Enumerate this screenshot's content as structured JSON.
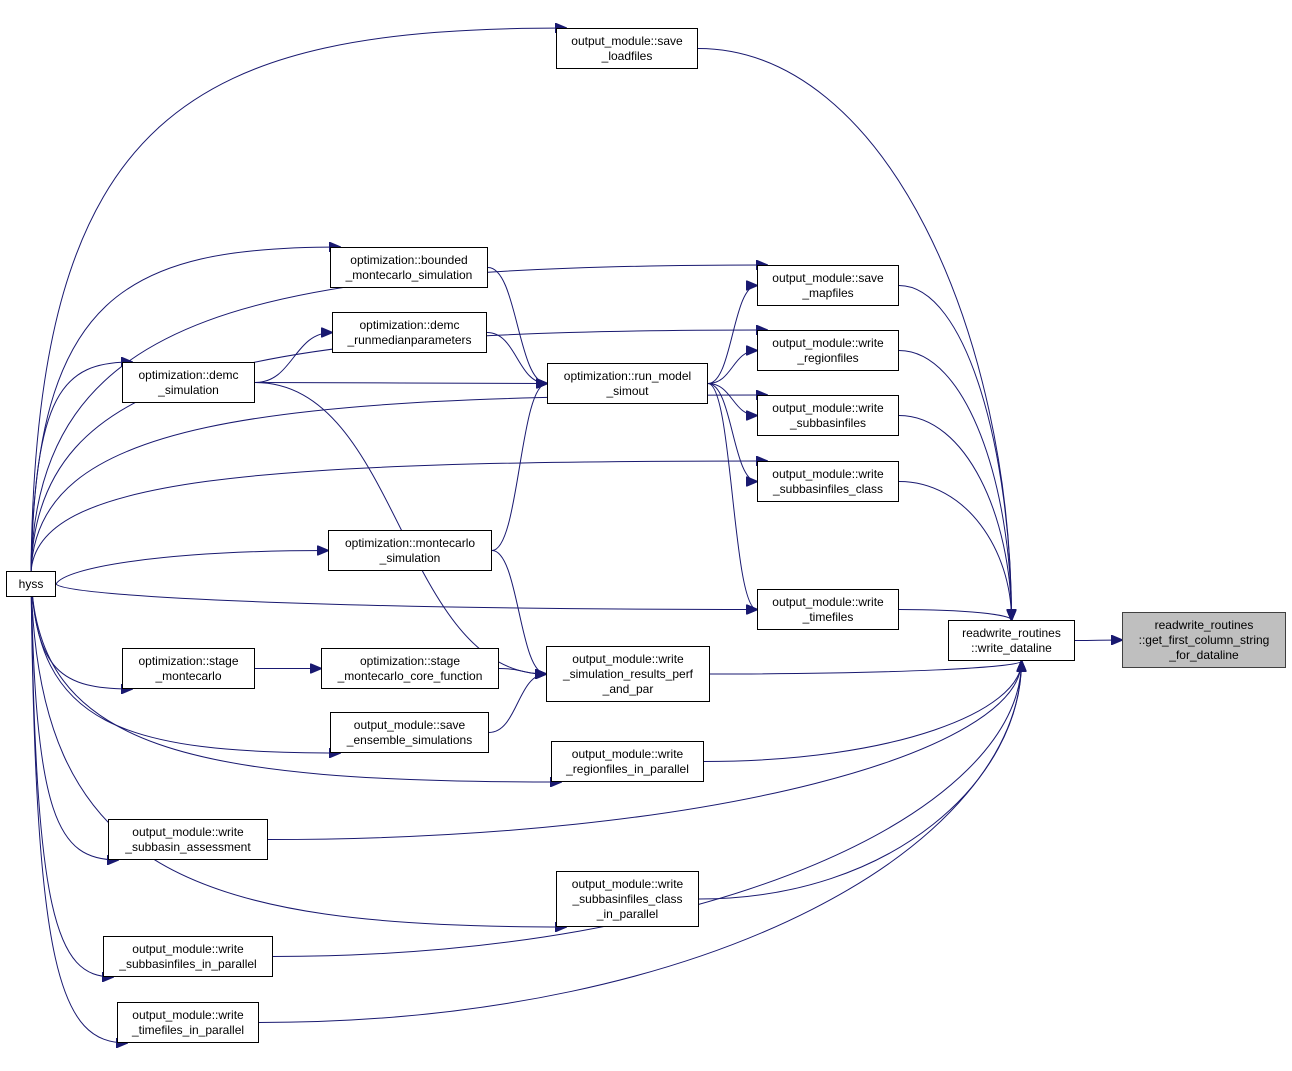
{
  "graph": {
    "edge_color": "#191970",
    "focus_fill": "#bfbfbf",
    "nodes": {
      "hyss": {
        "lines": [
          "hyss"
        ]
      },
      "save_loadfiles": {
        "lines": [
          "output_module::save",
          "_loadfiles"
        ]
      },
      "bounded_mc": {
        "lines": [
          "optimization::bounded",
          "_montecarlo_simulation"
        ]
      },
      "demc_runmedian": {
        "lines": [
          "optimization::demc",
          "_runmedianparameters"
        ]
      },
      "demc_simulation": {
        "lines": [
          "optimization::demc",
          "_simulation"
        ]
      },
      "run_model_simout": {
        "lines": [
          "optimization::run_model",
          "_simout"
        ]
      },
      "save_mapfiles": {
        "lines": [
          "output_module::save",
          "_mapfiles"
        ]
      },
      "write_regionfiles": {
        "lines": [
          "output_module::write",
          "_regionfiles"
        ]
      },
      "write_subbasinfiles": {
        "lines": [
          "output_module::write",
          "_subbasinfiles"
        ]
      },
      "write_subbasinfiles_class": {
        "lines": [
          "output_module::write",
          "_subbasinfiles_class"
        ]
      },
      "montecarlo_sim": {
        "lines": [
          "optimization::montecarlo",
          "_simulation"
        ]
      },
      "write_timefiles": {
        "lines": [
          "output_module::write",
          "_timefiles"
        ]
      },
      "write_dataline": {
        "lines": [
          "readwrite_routines",
          "::write_dataline"
        ]
      },
      "get_first_column": {
        "lines": [
          "readwrite_routines",
          "::get_first_column_string",
          "_for_dataline"
        ]
      },
      "stage_montecarlo": {
        "lines": [
          "optimization::stage",
          "_montecarlo"
        ]
      },
      "stage_core": {
        "lines": [
          "optimization::stage",
          "_montecarlo_core_function"
        ]
      },
      "write_sim_results": {
        "lines": [
          "output_module::write",
          "_simulation_results_perf",
          "_and_par"
        ]
      },
      "save_ensemble": {
        "lines": [
          "output_module::save",
          "_ensemble_simulations"
        ]
      },
      "write_regionfiles_par": {
        "lines": [
          "output_module::write",
          "_regionfiles_in_parallel"
        ]
      },
      "write_subbasin_assessment": {
        "lines": [
          "output_module::write",
          "_subbasin_assessment"
        ]
      },
      "write_subbasinfiles_class_par": {
        "lines": [
          "output_module::write",
          "_subbasinfiles_class",
          "_in_parallel"
        ]
      },
      "write_subbasinfiles_par": {
        "lines": [
          "output_module::write",
          "_subbasinfiles_in_parallel"
        ]
      },
      "write_timefiles_par": {
        "lines": [
          "output_module::write",
          "_timefiles_in_parallel"
        ]
      }
    },
    "edges": [
      [
        "write_dataline",
        "get_first_column"
      ],
      [
        "save_loadfiles",
        "write_dataline"
      ],
      [
        "save_mapfiles",
        "write_dataline"
      ],
      [
        "write_regionfiles",
        "write_dataline"
      ],
      [
        "write_subbasinfiles",
        "write_dataline"
      ],
      [
        "write_subbasinfiles_class",
        "write_dataline"
      ],
      [
        "write_timefiles",
        "write_dataline"
      ],
      [
        "write_sim_results",
        "write_dataline"
      ],
      [
        "write_regionfiles_par",
        "write_dataline"
      ],
      [
        "write_subbasin_assessment",
        "write_dataline"
      ],
      [
        "write_subbasinfiles_class_par",
        "write_dataline"
      ],
      [
        "write_subbasinfiles_par",
        "write_dataline"
      ],
      [
        "write_timefiles_par",
        "write_dataline"
      ],
      [
        "run_model_simout",
        "save_mapfiles"
      ],
      [
        "run_model_simout",
        "write_regionfiles"
      ],
      [
        "run_model_simout",
        "write_subbasinfiles"
      ],
      [
        "run_model_simout",
        "write_subbasinfiles_class"
      ],
      [
        "run_model_simout",
        "write_timefiles"
      ],
      [
        "bounded_mc",
        "run_model_simout"
      ],
      [
        "demc_runmedian",
        "run_model_simout"
      ],
      [
        "demc_simulation",
        "run_model_simout"
      ],
      [
        "montecarlo_sim",
        "run_model_simout"
      ],
      [
        "demc_simulation",
        "demc_runmedian"
      ],
      [
        "demc_simulation",
        "write_sim_results"
      ],
      [
        "montecarlo_sim",
        "write_sim_results"
      ],
      [
        "stage_core",
        "write_sim_results"
      ],
      [
        "save_ensemble",
        "write_sim_results"
      ],
      [
        "stage_montecarlo",
        "stage_core"
      ],
      [
        "hyss",
        "save_loadfiles"
      ],
      [
        "hyss",
        "save_mapfiles"
      ],
      [
        "hyss",
        "write_regionfiles"
      ],
      [
        "hyss",
        "write_subbasinfiles"
      ],
      [
        "hyss",
        "bounded_mc"
      ],
      [
        "hyss",
        "demc_simulation"
      ],
      [
        "hyss",
        "write_subbasinfiles_class"
      ],
      [
        "hyss",
        "montecarlo_sim"
      ],
      [
        "hyss",
        "write_timefiles"
      ],
      [
        "hyss",
        "stage_montecarlo"
      ],
      [
        "hyss",
        "save_ensemble"
      ],
      [
        "hyss",
        "write_regionfiles_par"
      ],
      [
        "hyss",
        "write_subbasin_assessment"
      ],
      [
        "hyss",
        "write_subbasinfiles_class_par"
      ],
      [
        "hyss",
        "write_subbasinfiles_par"
      ],
      [
        "hyss",
        "write_timefiles_par"
      ]
    ]
  }
}
